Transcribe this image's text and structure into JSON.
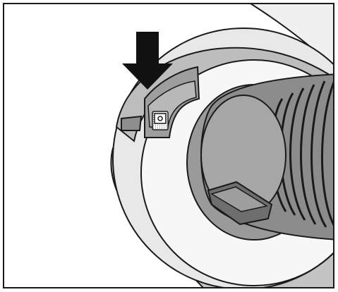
{
  "figure": {
    "type": "technical-illustration",
    "subject": "dust-bag-release-button",
    "elements": [
      "frame",
      "housing",
      "ring",
      "release-button",
      "bag-symbol-icon",
      "hose",
      "hose-latch",
      "down-arrow-icon"
    ],
    "colors": {
      "background": "#ffffff",
      "outline": "#1a1a1a",
      "light_gray": "#e6e6e6",
      "mid_gray": "#bdbdbd",
      "button_gray": "#9e9e9e",
      "dark_gray": "#7a7a7a",
      "hose_gray": "#8c8c8c",
      "hose_light": "#a6a6a6",
      "arrow": "#111111"
    }
  }
}
